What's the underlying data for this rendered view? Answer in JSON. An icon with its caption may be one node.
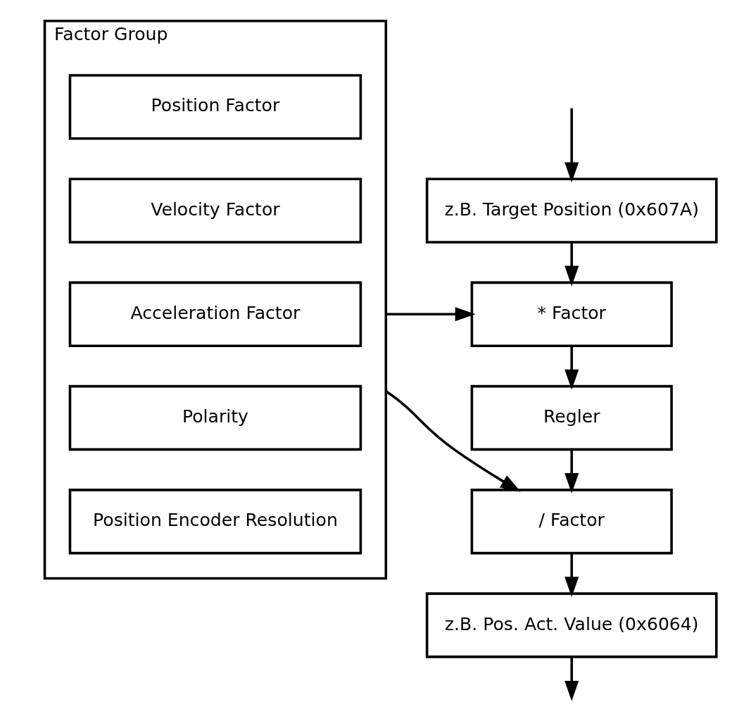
{
  "diagram": {
    "nodes": [
      {
        "text": [
          "Factor Group"
        ]
      },
      {
        "text": [
          "Position Factor"
        ],
        "in": 0
      },
      {
        "text": [
          "Velocity Factor"
        ],
        "in": 0
      },
      {
        "text": [
          "Acceleration Factor"
        ],
        "in": 0
      },
      {
        "text": [
          "Polarity"
        ],
        "in": 0
      },
      {
        "text": [
          "Position Encoder Resolution"
        ],
        "in": 0
      },
      {
        "text": [
          "z.B. Target Position (0x607A)"
        ]
      },
      {
        "text": [
          "* Factor"
        ]
      },
      {
        "text": [
          "Regler"
        ]
      },
      {
        "text": [
          "/ Factor"
        ]
      },
      {
        "text": [
          "z.B. Pos. Act. Value (0x6064)"
        ]
      }
    ],
    "edges": [
      {
        "from": null,
        "to": 6,
        "arrow": "to"
      },
      {
        "from": 6,
        "to": 7,
        "arrow": "to"
      },
      {
        "from": 7,
        "to": 8,
        "arrow": "to"
      },
      {
        "from": 8,
        "to": 9,
        "arrow": "to"
      },
      {
        "from": 9,
        "to": 10,
        "arrow": "to"
      },
      {
        "from": 10,
        "to": null,
        "arrow": "to"
      },
      {
        "from": 0,
        "to": 7,
        "arrow": "to"
      },
      {
        "from": 0,
        "to": 9,
        "arrow": "to"
      }
    ]
  }
}
